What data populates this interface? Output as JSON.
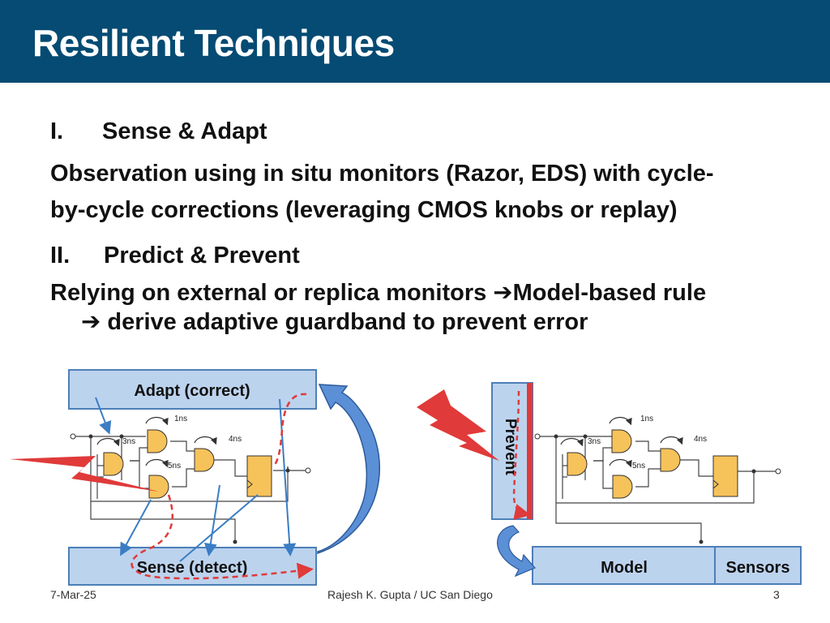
{
  "slide": {
    "title": "Resilient Techniques",
    "section1": {
      "numeral": "I.",
      "heading": "Sense & Adapt",
      "body_line1": "Observation using in situ monitors (Razor, EDS) with cycle-",
      "body_line2": "by-cycle corrections (leveraging CMOS knobs or replay)"
    },
    "section2": {
      "numeral": "II.",
      "heading": "Predict & Prevent",
      "body_line1": "Relying on external or replica monitors ➔Model-based rule",
      "body_line2": "➔ derive adaptive guardband to prevent error"
    },
    "left_diagram": {
      "adapt_label": "Adapt (correct)",
      "sense_label": "Sense (detect)",
      "delay_labels": [
        "1ns",
        "3ns",
        "4ns",
        "5ns"
      ]
    },
    "right_diagram": {
      "prevent_label": "Prevent",
      "model_label": "Model",
      "sensors_label": "Sensors",
      "delay_labels": [
        "1ns",
        "3ns",
        "4ns",
        "5ns"
      ]
    },
    "footer": {
      "date": "7-Mar-25",
      "author": "Rajesh K. Gupta / UC San Diego",
      "page": "3"
    }
  },
  "colors": {
    "title_bg": "#054b73",
    "box_fill": "#bcd3ee",
    "gate_fill": "#f6c25a",
    "strike_red": "#e03a3a",
    "arrow_blue": "#3b7dc4"
  }
}
